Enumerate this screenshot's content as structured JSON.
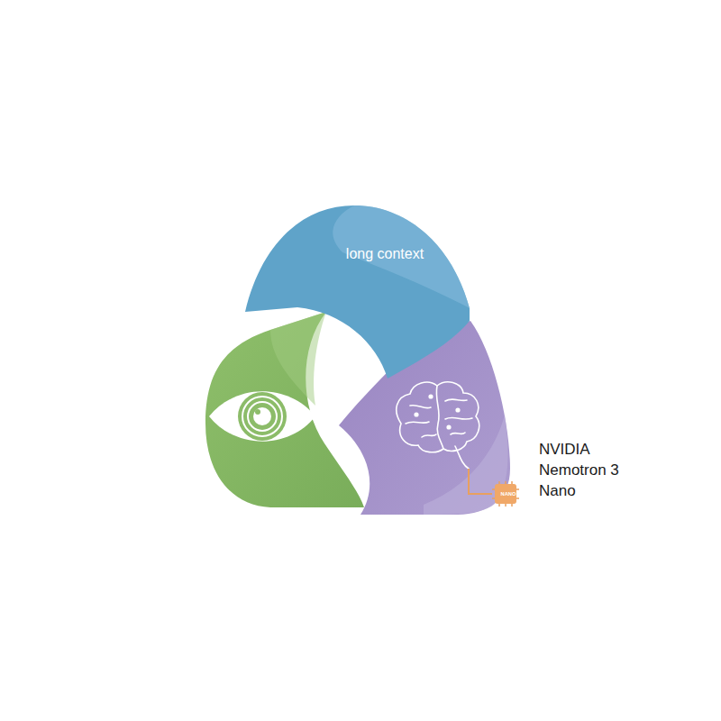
{
  "diagram": {
    "nodes": [
      {
        "text": [
          "long context"
        ]
      },
      {
        "text": [
          "NANO"
        ]
      }
    ],
    "labels": [
      "NVIDIA Nemotron 3 Nano"
    ]
  }
}
